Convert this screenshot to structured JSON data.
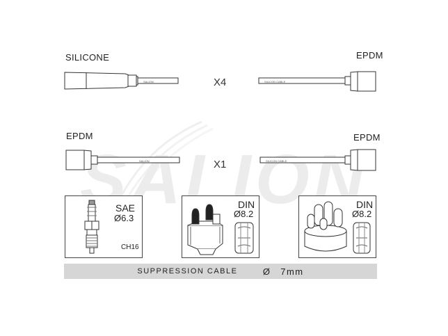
{
  "top_left_label": "SILICONE",
  "top_right_label": "EPDM",
  "top_qty": "X4",
  "mid_left_label": "EPDM",
  "mid_right_label": "EPDM",
  "mid_qty": "X1",
  "watermark": "SALION",
  "cable_print_a": "SALION",
  "cable_print_b": "SILICON CABLE",
  "box1": {
    "line1": "SAE",
    "line2": "Ø6.3",
    "line3": "CH16"
  },
  "box2": {
    "line1": "DIN",
    "line2": "Ø8.2"
  },
  "box3": {
    "line1": "DIN",
    "line2": "Ø8.2"
  },
  "bottom_bar": {
    "text": "SUPPRESSION CABLE",
    "symbol": "Ø",
    "size": "7mm"
  }
}
